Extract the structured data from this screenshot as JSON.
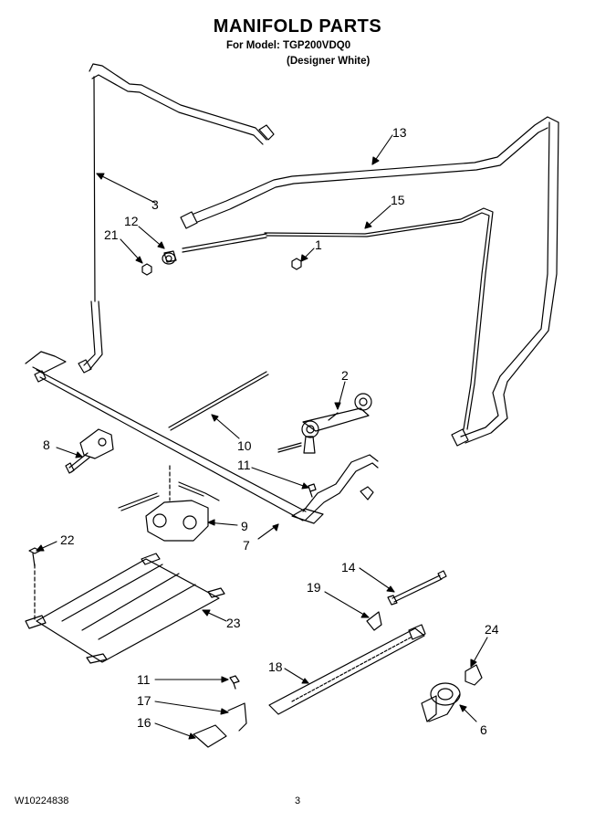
{
  "header": {
    "title": "MANIFOLD PARTS",
    "model_line": "For Model: TGP200VDQ0",
    "variant_line": "(Designer White)"
  },
  "footer": {
    "doc_number": "W10224838",
    "page_number": "3"
  },
  "callouts": {
    "c13": "13",
    "c15": "15",
    "c3": "3",
    "c12": "12",
    "c21": "21",
    "c1": "1",
    "c2": "2",
    "c10": "10",
    "c8": "8",
    "c11a": "11",
    "c9": "9",
    "c7": "7",
    "c22": "22",
    "c23": "23",
    "c14": "14",
    "c19": "19",
    "c24": "24",
    "c18": "18",
    "c11b": "11",
    "c17": "17",
    "c16": "16",
    "c6": "6"
  }
}
